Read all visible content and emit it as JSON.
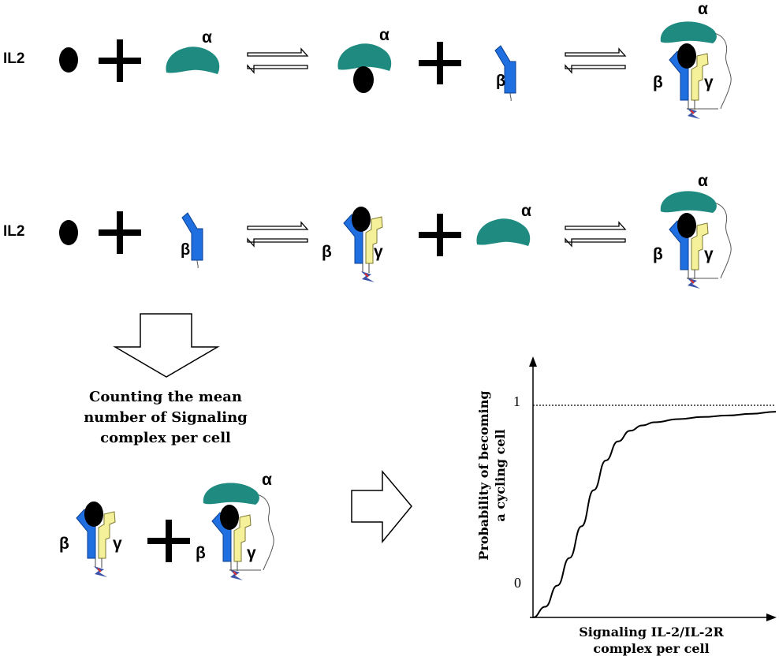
{
  "diagram": {
    "row1": {
      "ligand_label": "IL2"
    },
    "row2": {
      "ligand_label": "IL2"
    },
    "subunit_labels": {
      "alpha": "α",
      "beta": "β",
      "gamma": "γ"
    },
    "caption": {
      "line1": "Counting the mean",
      "line2": "number of Signaling",
      "line3": "complex per cell"
    },
    "colors": {
      "alpha": "#1f8a80",
      "beta": "#1f6fe0",
      "gamma": "#f5f09a",
      "ligand": "#000000",
      "kinase": "#3a52a8"
    }
  },
  "chart_data": {
    "type": "line",
    "ylabel_line1": "Probability of becoming",
    "ylabel_line2": "a cycling cell",
    "xlabel_line1": "Signaling IL-2/IL-2R",
    "xlabel_line2": "complex per cell",
    "yticks": [
      "0",
      "1"
    ],
    "ylim": [
      0,
      1
    ],
    "reference_line": {
      "y": 1,
      "style": "dotted"
    },
    "series": [
      {
        "x": [
          0,
          0.05,
          0.1,
          0.15,
          0.2,
          0.25,
          0.3,
          0.35,
          0.4,
          0.45,
          0.5,
          0.6,
          0.7,
          0.8,
          0.9,
          1.0
        ],
        "y": [
          0,
          0.05,
          0.15,
          0.28,
          0.43,
          0.6,
          0.74,
          0.83,
          0.88,
          0.905,
          0.92,
          0.935,
          0.945,
          0.952,
          0.96,
          0.97
        ]
      }
    ]
  }
}
